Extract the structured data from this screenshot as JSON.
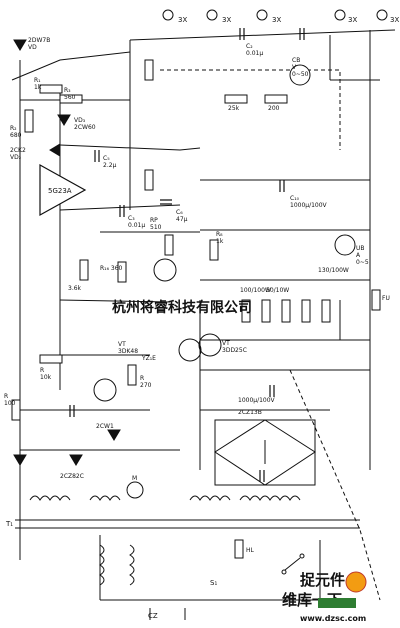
{
  "watermark": {
    "text": "杭州将睿科技有限公司",
    "color": "#9a9a9a"
  },
  "site_logo": {
    "url": "www.dzsc.com",
    "colors": {
      "red": "#d32f2f",
      "orange": "#f39c12",
      "green": "#2e7d32"
    }
  },
  "terminals_top": [
    "3X",
    "3X",
    "3X",
    "3X",
    "3X"
  ],
  "components": {
    "zener_top": "2DW7B\nVD",
    "r1": "R₁\n1k",
    "r2": "R₂\n680",
    "r3": "R₃\n560",
    "vd_2cw60": "VD₃\n2CW60",
    "vd_2ck2": "2CK2\nVD₂",
    "ic": "5G23A",
    "c_22": "C₅\n2.2μ",
    "c_47": "C₆\n47μ",
    "r_1k_b": "R₈\n1k",
    "rp_510": "RP\n510",
    "c_001a": "C₂\n0.01μ",
    "c_001b": "C₃\n0.01μ",
    "cb_gauge": "CB\nV\n0~50",
    "r_25k": "25k",
    "r_200": "200",
    "c_1000": "C₁₀\n1000μ/100V",
    "ub_meter": "UB\nA\n0~5",
    "r_100_100w": "100/100W",
    "r_130": "130/100W",
    "r_50_10w": "50/10W",
    "fu": "FU",
    "vt_3dk48": "VT\n3DK48",
    "vt_3dd25c": "VT\n3DD25C",
    "r_10k": "R\n10k",
    "r_360": "R₁₆ 360",
    "r_360_b": "3.6k",
    "r_270": "R\n270",
    "vd_2cw1": "2CW1",
    "vd_2cz82c": "2CZ82C",
    "bridge": "2CZ13B",
    "c_100v": "1000μ/100V",
    "c_r100": "R\n100",
    "yz": "YZ₁E",
    "sw": "S₁",
    "t1": "T₁",
    "cz": "CZ",
    "hl": "HL",
    "m": "M"
  }
}
